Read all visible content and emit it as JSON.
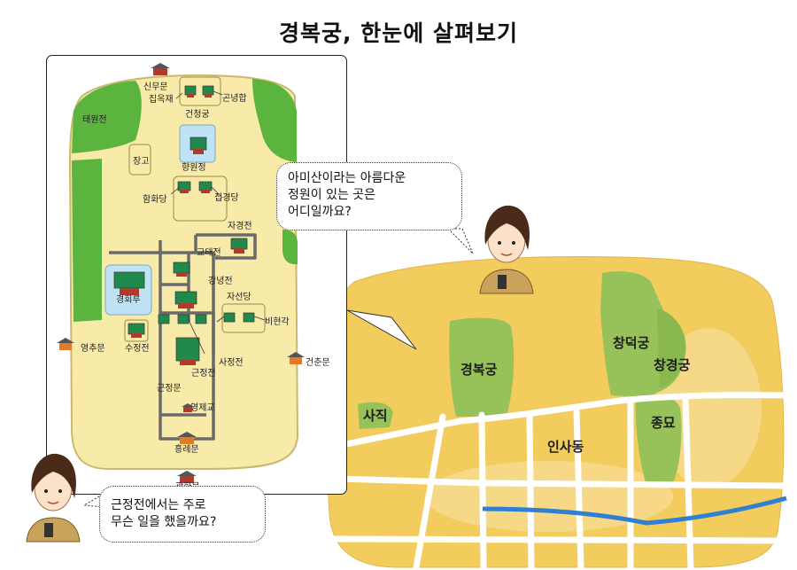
{
  "title": "경복궁, 한눈에 살펴보기",
  "palace_map": {
    "labels": {
      "sinmumun": "신무문",
      "jibokjae": "집옥재",
      "geonchunggung": "건청궁",
      "geonnyeonghap": "곤녕합",
      "taewonjeon": "태원전",
      "janggo": "장고",
      "hyangwonjeong": "향원정",
      "hamhwadang": "함화당",
      "jipgyeongdang": "집경당",
      "jagyeongjeon": "자경전",
      "gyotaejeon": "교태전",
      "gangnyeongjeon": "강녕전",
      "jaseondang": "자선당",
      "biheyongak": "비현각",
      "gyeonghoeru": "경회루",
      "yeongchumun": "영추문",
      "sujeongjeon": "수정전",
      "sajeongjeon": "사정전",
      "geunjeongjeon": "근정전",
      "geonchunmun": "건춘문",
      "geunjeongmun": "근정문",
      "yeongjegyo": "영제교",
      "heungnyemun": "흥례문",
      "gwanghwamun": "광화문"
    },
    "colors": {
      "grounds": "#f8eaa8",
      "garden": "#5ab43e",
      "pond": "#bfe2f4",
      "wall": "#6a6a6a"
    }
  },
  "city_map": {
    "labels": {
      "gyeongbokgung": "경복궁",
      "changdeokgung": "창덕궁",
      "changgyeonggung": "창경궁",
      "jongmyo": "종묘",
      "sajik": "사직",
      "insadong": "인사동"
    },
    "colors": {
      "land": "#f3cc5e",
      "park": "#97c25a",
      "road": "#ffffff",
      "river": "#2f7fd2"
    }
  },
  "bubbles": {
    "question1": [
      "아미산이라는 아름다운",
      "정원이 있는 곳은",
      "어디일까요?"
    ],
    "question2": [
      "근정전에서는 주로",
      "무슨 일을 했을까요?"
    ]
  },
  "icons": [
    "palace-gate-icon",
    "palace-building-icon",
    "student-avatar-icon"
  ]
}
